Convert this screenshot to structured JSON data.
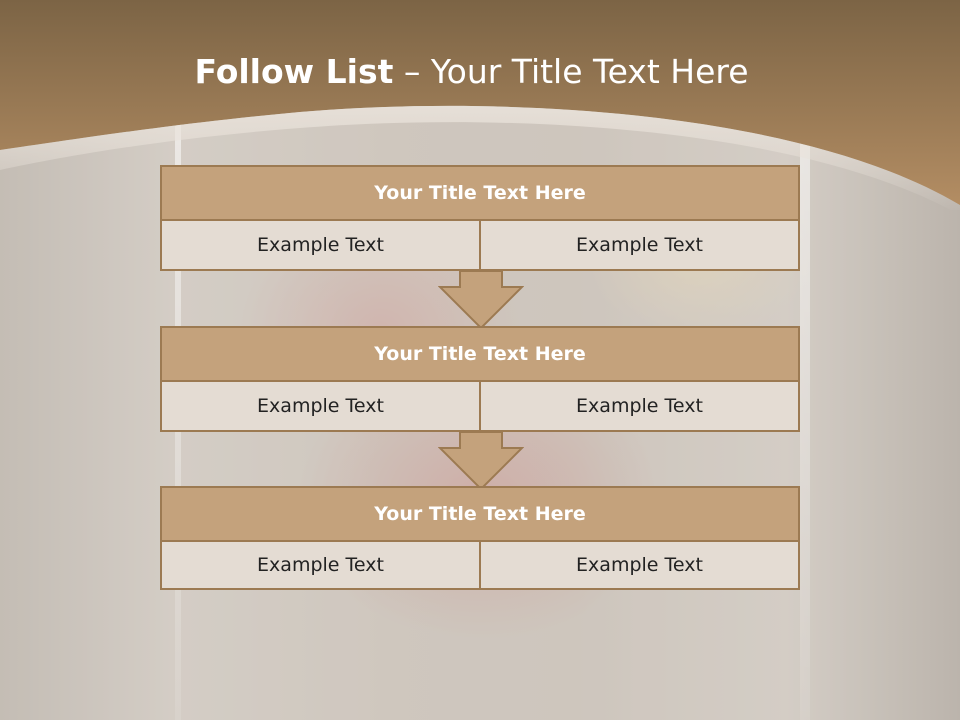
{
  "slide": {
    "title_bold": "Follow List",
    "title_rest": " – Your Title Text Here"
  },
  "blocks": [
    {
      "title": "Your Title Text Here",
      "left": "Example Text",
      "right": "Example Text"
    },
    {
      "title": "Your Title Text Here",
      "left": "Example Text",
      "right": "Example Text"
    },
    {
      "title": "Your Title Text Here",
      "left": "Example Text",
      "right": "Example Text"
    }
  ],
  "colors": {
    "header_brown": "#a8845c",
    "block_title_fill": "#c4a27c",
    "block_border": "#9c7a52",
    "cell_fill": "#e4dcd3"
  },
  "icons": [
    "down-arrow-icon",
    "down-arrow-icon"
  ]
}
